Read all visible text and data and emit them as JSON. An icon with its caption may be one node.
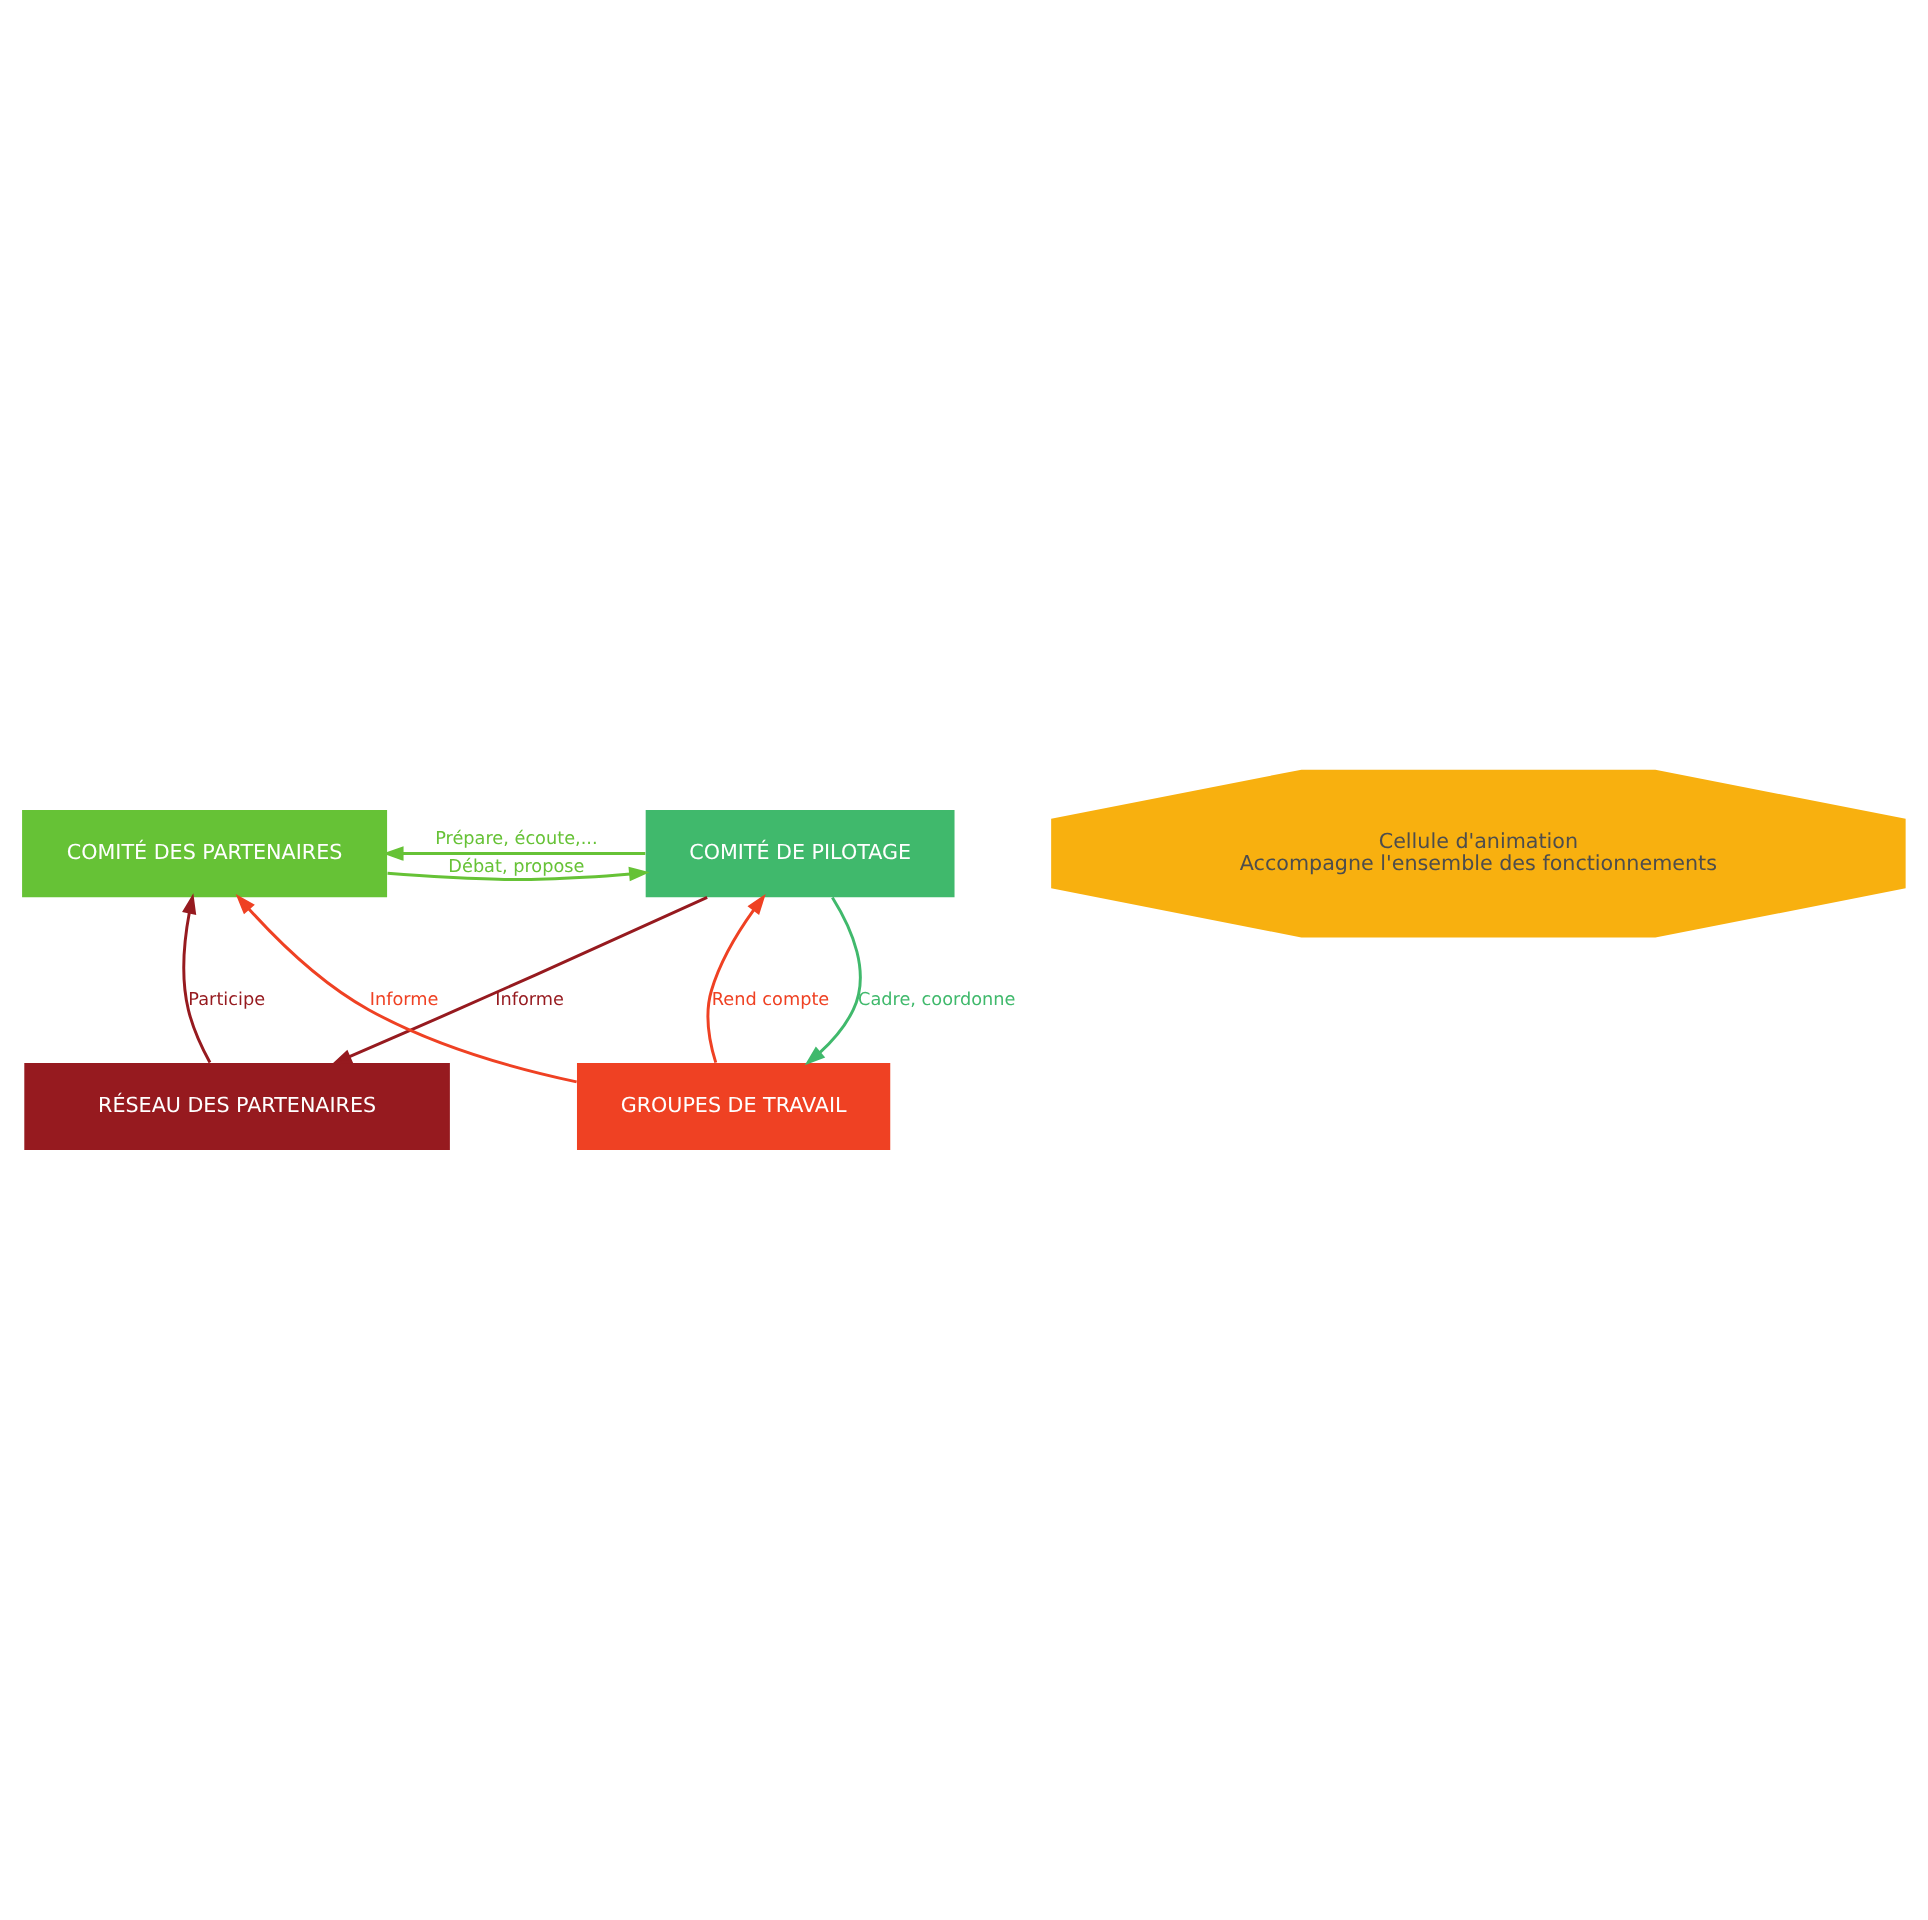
{
  "diagram": {
    "nodes": [
      {
        "text": [
          "COMITÉ DES PARTENAIRES"
        ]
      },
      {
        "text": [
          "COMITÉ DE PILOTAGE"
        ]
      },
      {
        "text": [
          "Cellule d'animation",
          "Accompagne l'ensemble des fonctionnements"
        ]
      },
      {
        "text": [
          "GROUPES DE TRAVAIL"
        ]
      },
      {
        "text": [
          "RÉSEAU DES PARTENAIRES"
        ]
      }
    ],
    "edges": [
      {
        "from": 0,
        "to": 1,
        "arrow": "to",
        "label": "Débat, propose",
        "color": "#66c236"
      },
      {
        "from": 1,
        "to": 0,
        "arrow": "to",
        "label": "Prépare, écoute,...",
        "color": "#66c236"
      },
      {
        "from": 3,
        "to": 0,
        "arrow": "to",
        "label": "Informe",
        "color": "#ef4123"
      },
      {
        "from": 1,
        "to": 3,
        "arrow": "to",
        "label": "Cadre, coordonne",
        "color": "#40b96c"
      },
      {
        "from": 3,
        "to": 1,
        "arrow": "to",
        "label": "Rend compte",
        "color": "#ef4123"
      },
      {
        "from": 4,
        "to": 0,
        "arrow": "to",
        "label": "Participe",
        "color": "#961a1f"
      },
      {
        "from": 1,
        "to": 4,
        "arrow": "to",
        "label": "Informe",
        "color": "#961a1f"
      }
    ]
  }
}
